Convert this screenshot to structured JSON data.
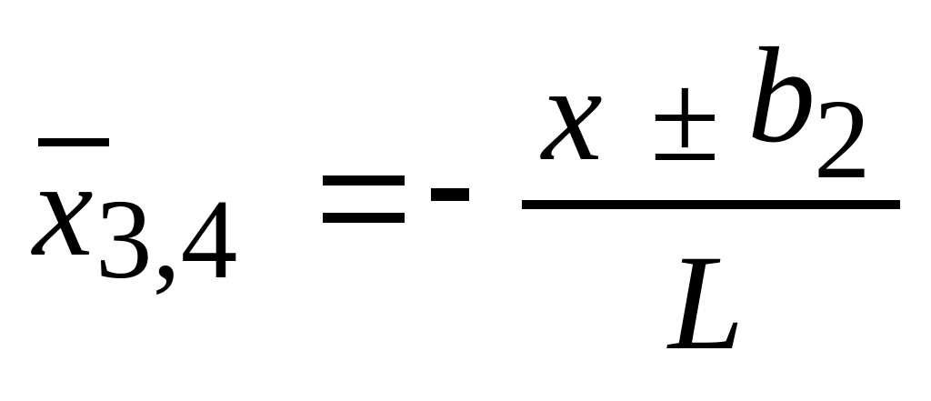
{
  "formula": {
    "lhs": {
      "variable": "x",
      "subscript": "3,4"
    },
    "equals": "=",
    "sign": "-",
    "numerator": {
      "variable": "x",
      "operator": "±",
      "term": "b",
      "term_subscript": "2"
    },
    "denominator": "L"
  }
}
